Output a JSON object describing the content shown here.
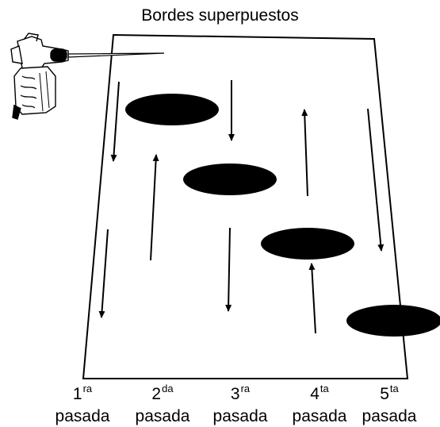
{
  "title": "Bordes superpuestos",
  "passes": [
    {
      "number": "1",
      "suffix": "ra",
      "label": "pasada",
      "direction": "down"
    },
    {
      "number": "2",
      "suffix": "da",
      "label": "pasada",
      "direction": "up"
    },
    {
      "number": "3",
      "suffix": "ra",
      "label": "pasada",
      "direction": "down"
    },
    {
      "number": "4",
      "suffix": "ta",
      "label": "pasada",
      "direction": "up"
    },
    {
      "number": "5",
      "suffix": "ta",
      "label": "pasada",
      "direction": "down"
    }
  ],
  "icons": {
    "spray_gun": "spray-gun-icon"
  }
}
